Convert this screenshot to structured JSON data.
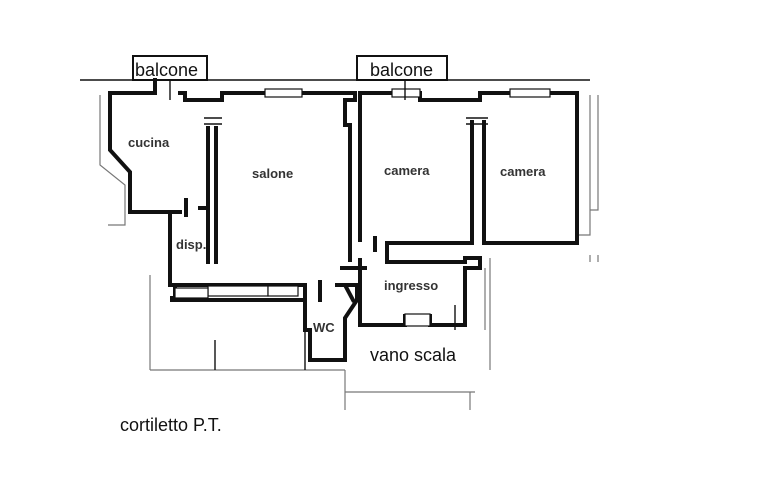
{
  "floorplan": {
    "balconies": [
      {
        "id": "balcone-left",
        "label": "balcone"
      },
      {
        "id": "balcone-right",
        "label": "balcone"
      }
    ],
    "rooms": {
      "cucina": "cucina",
      "salone": "salone",
      "camera_1": "camera",
      "camera_2": "camera",
      "disp": "disp.",
      "ingresso": "ingresso",
      "wc": "WC"
    },
    "areas": {
      "vano_scala": "vano scala",
      "cortiletto": "cortiletto P.T."
    }
  }
}
